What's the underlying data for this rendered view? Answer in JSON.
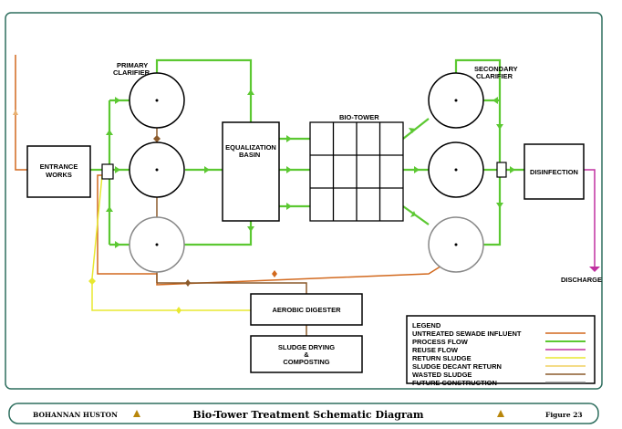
{
  "labels": {
    "primary_clarifier_line1": "PRIMARY",
    "primary_clarifier_line2": "CLARIFIER",
    "secondary_clarifier_line1": "SECONDARY",
    "secondary_clarifier_line2": "CLARIFIER",
    "bio_tower": "BIO-TOWER",
    "entrance_line1": "ENTRANCE",
    "entrance_line2": "WORKS",
    "equalization_line1": "EQUALIZATION",
    "equalization_line2": "BASIN",
    "disinfection": "DISINFECTION",
    "discharge": "DISCHARGE",
    "aerobic_digester": "AEROBIC DIGESTER",
    "sludge_line1": "SLUDGE DRYING",
    "sludge_line2": "&",
    "sludge_line3": "COMPOSTING"
  },
  "legend": {
    "title": "LEGEND",
    "items": [
      {
        "label": "UNTREATED SEWADE INFLUENT",
        "color": "#d2691e"
      },
      {
        "label": "PROCESS FLOW",
        "color": "#5cc832"
      },
      {
        "label": "REUSE FLOW",
        "color": "#c030a0"
      },
      {
        "label": "RETURN SLUDGE",
        "color": "#e8e830"
      },
      {
        "label": "SLUDGE DECANT RETURN",
        "color": "#f0d060"
      },
      {
        "label": "WASTED SLUDGE",
        "color": "#8b5a2b"
      },
      {
        "label": "FUTURE CONSTRUCTION",
        "color": "#888888"
      }
    ]
  },
  "footer": {
    "company": "BOHANNAN HUSTON",
    "title": "Bio-Tower Treatment Schematic Diagram",
    "figure": "Figure 23"
  },
  "colors": {
    "frame": "#2f6f5f",
    "influent": "#d2691e",
    "process": "#5cc832",
    "reuse": "#c030a0",
    "return_sludge": "#e8e830",
    "decant": "#f0d060",
    "wasted": "#8b5a2b",
    "future": "#888888",
    "accent_triangle": "#b8860b"
  }
}
